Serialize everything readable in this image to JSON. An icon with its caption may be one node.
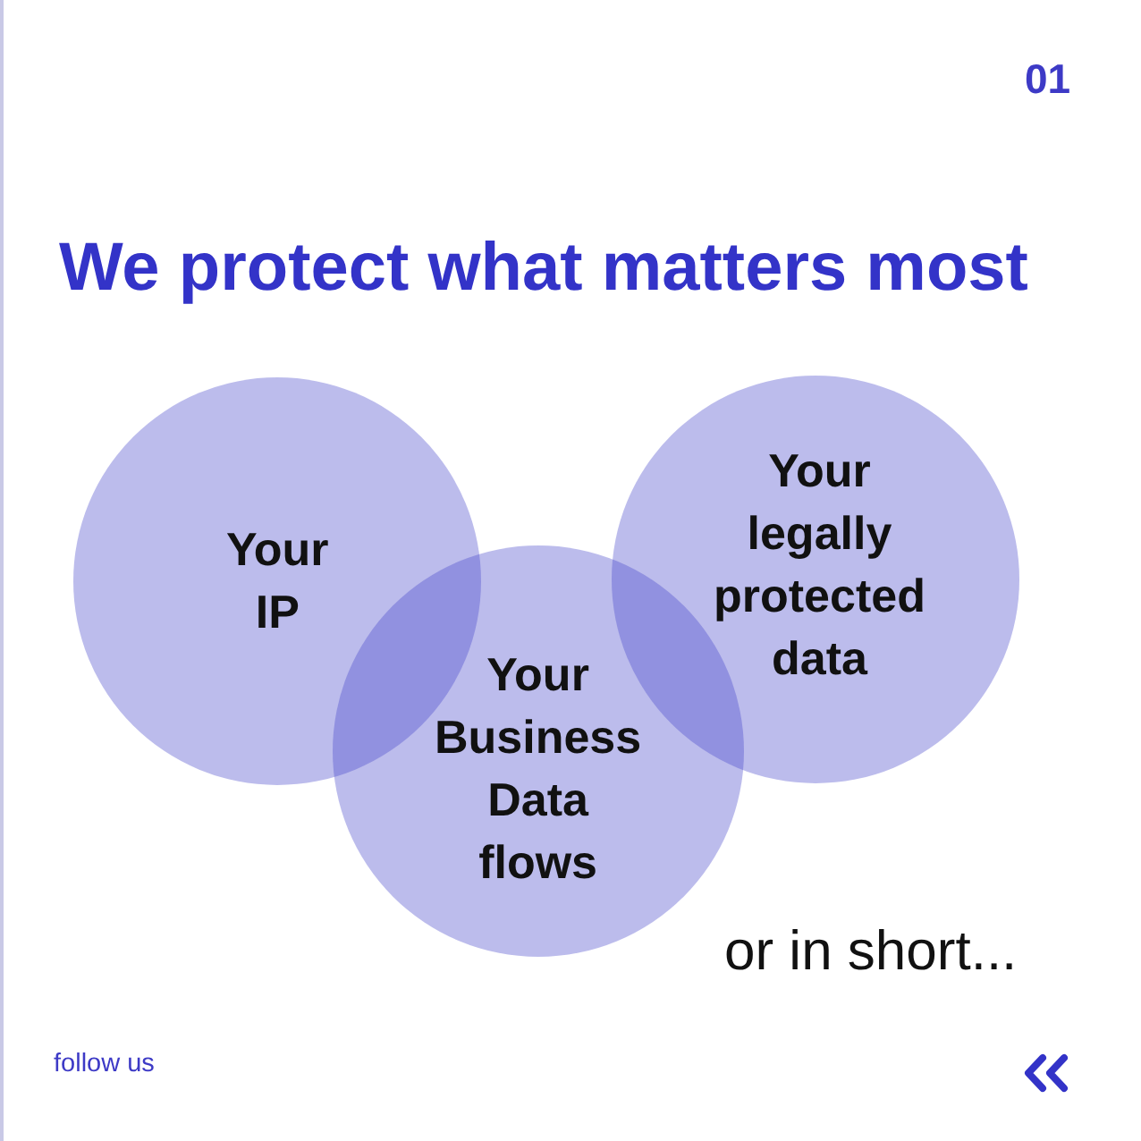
{
  "diagram": {
    "title": "We protect what matters most",
    "nodes": [
      {
        "text": [
          "Your IP"
        ]
      },
      {
        "text": [
          "Your Business Data flows"
        ]
      },
      {
        "text": [
          "Your legally protected data"
        ]
      }
    ],
    "labels": [
      "01",
      "or in short...",
      "follow us"
    ]
  }
}
